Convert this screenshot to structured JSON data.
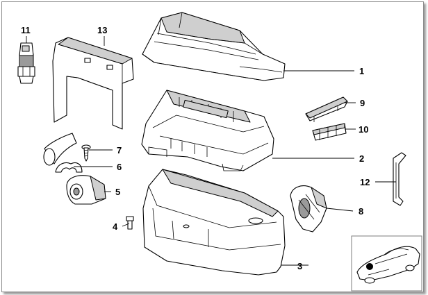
{
  "parts": [
    {
      "number": "1"
    },
    {
      "number": "2"
    },
    {
      "number": "3"
    },
    {
      "number": "4"
    },
    {
      "number": "5"
    },
    {
      "number": "6"
    },
    {
      "number": "7"
    },
    {
      "number": "8"
    },
    {
      "number": "9"
    },
    {
      "number": "10"
    },
    {
      "number": "11"
    },
    {
      "number": "12"
    },
    {
      "number": "13"
    }
  ]
}
